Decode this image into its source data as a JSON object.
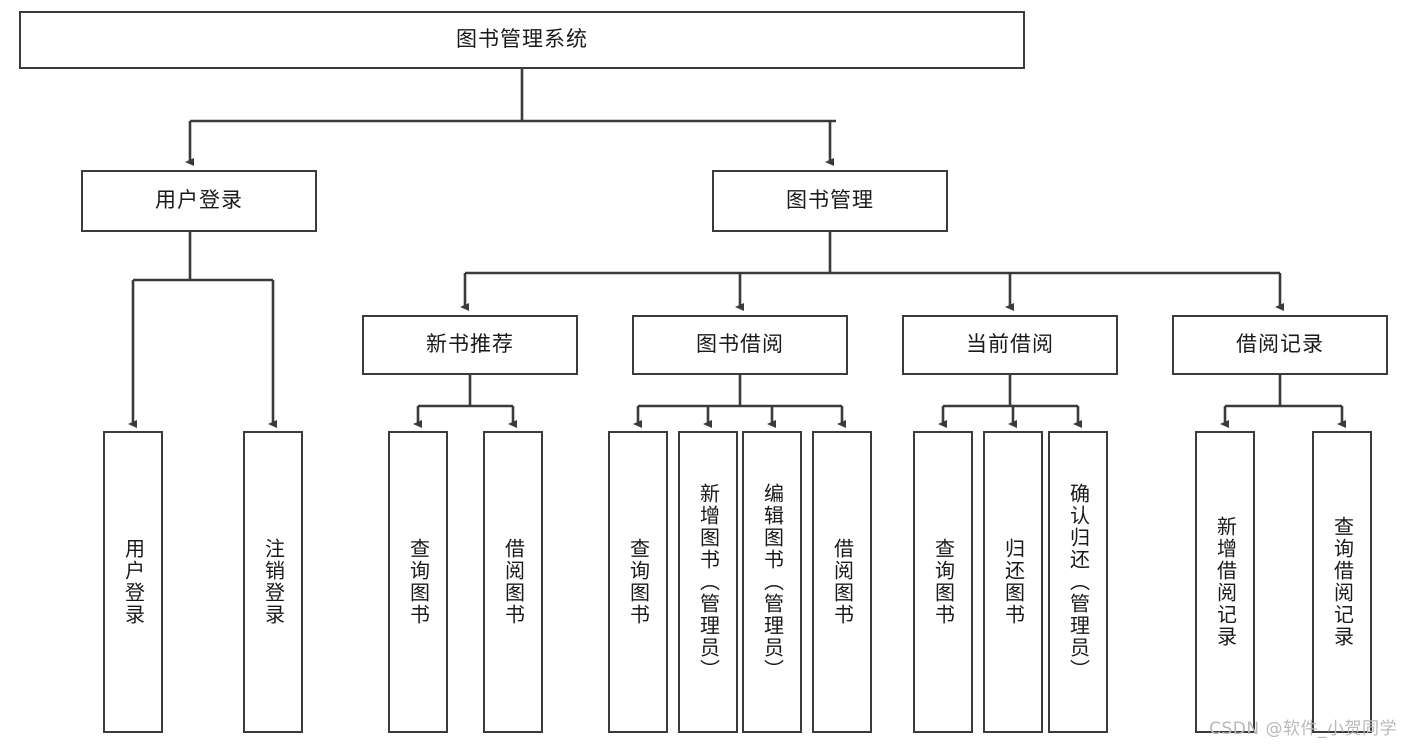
{
  "diagram": {
    "title_node": {
      "label": "图书管理系统"
    },
    "level2": [
      {
        "id": "user-login",
        "label": "用户登录"
      },
      {
        "id": "book-management",
        "label": "图书管理"
      }
    ],
    "level3": [
      {
        "id": "new-book-recommend",
        "label": "新书推荐"
      },
      {
        "id": "book-borrow",
        "label": "图书借阅"
      },
      {
        "id": "current-borrow",
        "label": "当前借阅"
      },
      {
        "id": "borrow-record",
        "label": "借阅记录"
      }
    ],
    "leaves": [
      {
        "id": "leaf-user-login",
        "label": "用户登录"
      },
      {
        "id": "leaf-logout-login",
        "label": "注销登录"
      },
      {
        "id": "leaf-query-book-1",
        "label": "查询图书"
      },
      {
        "id": "leaf-borrow-book-1",
        "label": "借阅图书"
      },
      {
        "id": "leaf-query-book-2",
        "label": "查询图书"
      },
      {
        "id": "leaf-add-book",
        "label": "新增图书（管理员）"
      },
      {
        "id": "leaf-edit-book",
        "label": "编辑图书（管理员）"
      },
      {
        "id": "leaf-borrow-book-2",
        "label": "借阅图书"
      },
      {
        "id": "leaf-query-book-3",
        "label": "查询图书"
      },
      {
        "id": "leaf-return-book",
        "label": "归还图书"
      },
      {
        "id": "leaf-confirm-return",
        "label": "确认归还（管理员）"
      },
      {
        "id": "leaf-add-record",
        "label": "新增借阅记录"
      },
      {
        "id": "leaf-query-record",
        "label": "查询借阅记录"
      }
    ],
    "watermark": "CSDN @软件_小贺同学",
    "colors": {
      "stroke": "#3b3b3b",
      "fill": "#ffffff",
      "text": "#1a1a1a",
      "watermark": "#b9b9b9"
    }
  }
}
